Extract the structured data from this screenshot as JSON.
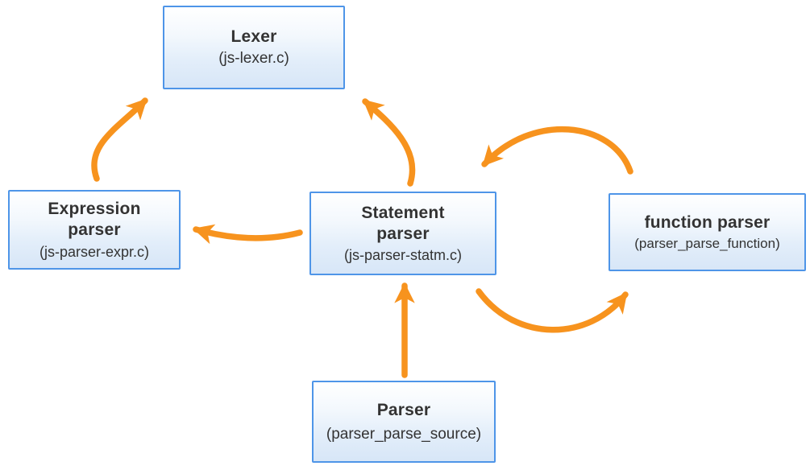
{
  "diagram": {
    "description": "Parser module call-flow diagram",
    "colors": {
      "arrow": "#F7931E",
      "box_border": "#4E95E8",
      "box_fill_top": "#FFFFFF",
      "box_fill_bottom": "#D7E6F7",
      "text": "#333333",
      "background": "#FFFFFF"
    },
    "nodes": [
      {
        "id": "lexer",
        "title": "Lexer",
        "subtitle": "(js-lexer.c)"
      },
      {
        "id": "expression-parser",
        "title": "Expression parser",
        "subtitle": "(js-parser-expr.c)"
      },
      {
        "id": "statement-parser",
        "title": "Statement parser",
        "subtitle": "(js-parser-statm.c)"
      },
      {
        "id": "function-parser",
        "title": "function parser",
        "subtitle": "(parser_parse_function)"
      },
      {
        "id": "parser",
        "title": "Parser",
        "subtitle": "(parser_parse_source)"
      }
    ],
    "edges": [
      {
        "from": "expression-parser",
        "to": "lexer",
        "style": "curved"
      },
      {
        "from": "statement-parser",
        "to": "lexer",
        "style": "curved"
      },
      {
        "from": "statement-parser",
        "to": "expression-parser",
        "style": "curved"
      },
      {
        "from": "function-parser",
        "to": "statement-parser",
        "style": "arc-over"
      },
      {
        "from": "statement-parser",
        "to": "function-parser",
        "style": "arc-under"
      },
      {
        "from": "parser",
        "to": "statement-parser",
        "style": "straight"
      }
    ]
  }
}
